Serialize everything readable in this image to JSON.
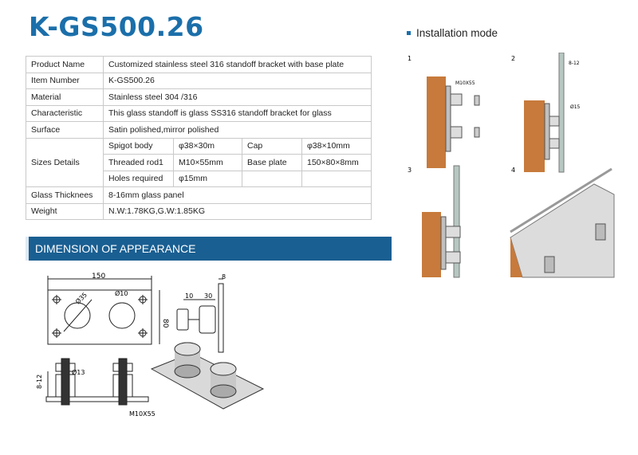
{
  "title": "K-GS500.26",
  "spec_table": {
    "product_name": {
      "label": "Product Name",
      "value": "Customized stainless steel 316 standoff bracket with base plate"
    },
    "item_number": {
      "label": "Item Number",
      "value": "K-GS500.26"
    },
    "material": {
      "label": "Material",
      "value": "Stainless steel 304 /316"
    },
    "characteristic": {
      "label": "Characteristic",
      "value": "This glass standoff is glass SS316 standoff bracket for glass"
    },
    "surface": {
      "label": "Surface",
      "value": "Satin polished,mirror polished"
    },
    "sizes": {
      "label": "Sizes Details",
      "spigot_body_label": "Spigot body",
      "spigot_body_value": "φ38×30m",
      "cap_label": "Cap",
      "cap_value": "φ38×10mm",
      "threaded_rod_label": "Threaded rod1",
      "threaded_rod_value": "M10×55mm",
      "base_plate_label": "Base plate",
      "base_plate_value": "150×80×8mm",
      "holes_label": "Holes required",
      "holes_value": "φ15mm"
    },
    "glass_thickness": {
      "label": "Glass Thicknees",
      "value": "8-16mm glass panel"
    },
    "weight": {
      "label": "Weight",
      "value": "N.W:1.78KG,G.W:1.85KG"
    }
  },
  "dimension_section": {
    "title": "DIMENSION OF APPEARANCE",
    "labels": {
      "width": "150",
      "height": "80",
      "hole_dia": "Ø35",
      "small_hole": "Ø10",
      "side_a": "10",
      "side_b": "30",
      "thickness": "8",
      "rod_dia": "Ø13",
      "glass_range": "8-12",
      "rod": "M10X55"
    }
  },
  "installation": {
    "heading": "Installation mode",
    "step_numbers": [
      "1",
      "2",
      "3",
      "4"
    ],
    "step1_label": "M10X55",
    "step2_gap": "8-12",
    "step2_hole": "Ø15"
  },
  "colors": {
    "title_blue": "#1b6faa",
    "bar_blue": "#1a5f92",
    "wood": "#c77a3b",
    "glass": "#b7c7c2"
  }
}
